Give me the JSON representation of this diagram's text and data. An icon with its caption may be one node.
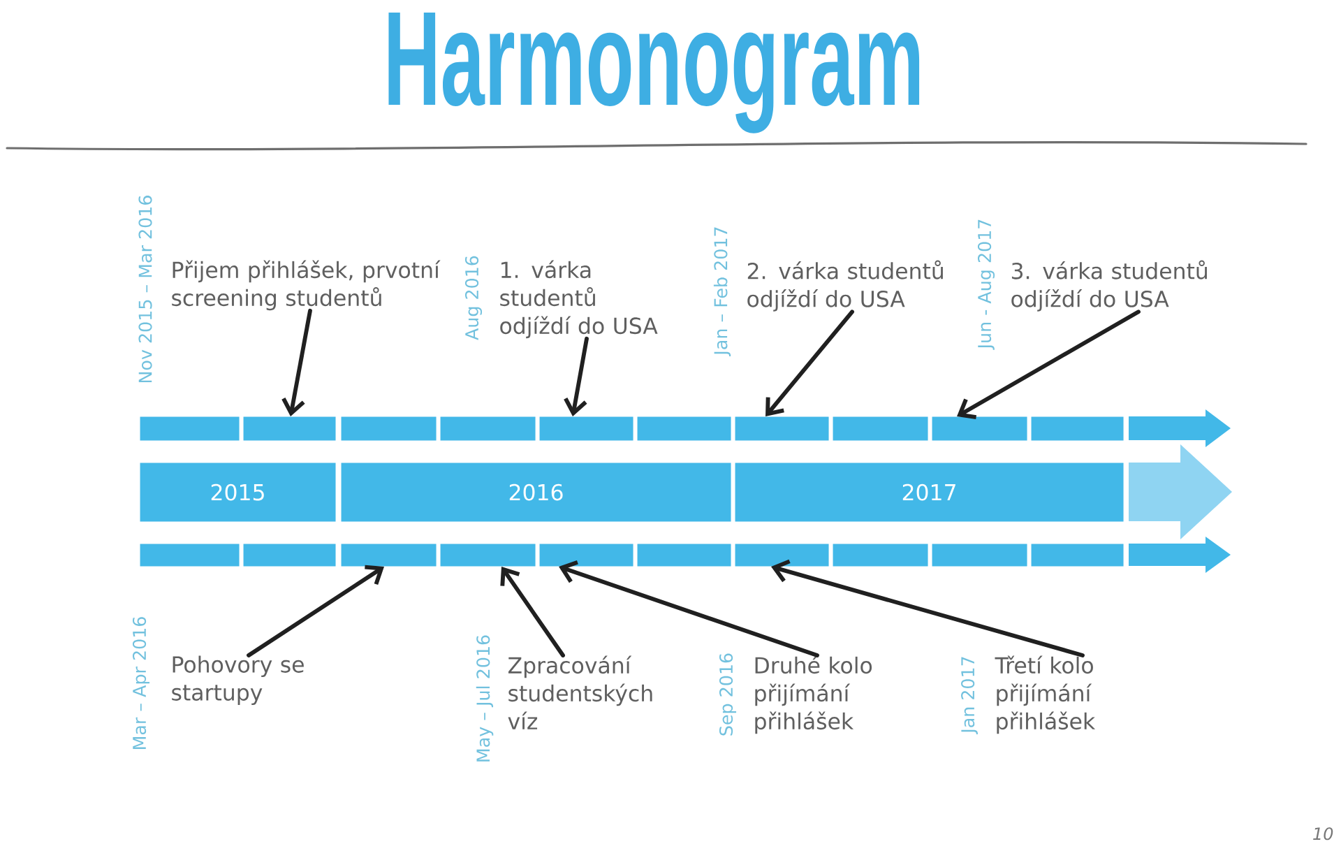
{
  "diagram": {
    "title": "Harmonogram",
    "nodes": [
      {
        "text": [
          "Přijem přihlášek, prvotní screening studentů"
        ],
        "beside": [
          "Nov 2015 – Mar 2016"
        ]
      },
      {
        "text": [
          "1. várka studentů odjíždí do USA"
        ],
        "beside": [
          "Aug 2016"
        ]
      },
      {
        "text": [
          "2. várka studentů odjíždí do USA"
        ],
        "beside": [
          "Jan – Feb 2017"
        ]
      },
      {
        "text": [
          "3. várka studentů odjíždí do USA"
        ],
        "beside": [
          "Jun - Aug 2017"
        ]
      },
      {
        "text": [],
        "shape": "bar"
      },
      {
        "text": [],
        "shape": "bar"
      },
      {
        "text": [],
        "shape": "bar"
      },
      {
        "text": [],
        "shape": "bar"
      },
      {
        "text": [],
        "shape": "bar"
      },
      {
        "text": [],
        "shape": "bar"
      },
      {
        "text": [],
        "shape": "bar"
      },
      {
        "text": [],
        "shape": "bar"
      },
      {
        "text": [],
        "shape": "bar"
      },
      {
        "text": [],
        "shape": "bar"
      },
      {
        "text": [
          "2015"
        ]
      },
      {
        "text": [
          "2016"
        ]
      },
      {
        "text": [
          "2017"
        ]
      },
      {
        "text": [],
        "shape": "bar"
      },
      {
        "text": [],
        "shape": "bar"
      },
      {
        "text": [],
        "shape": "bar"
      },
      {
        "text": [],
        "shape": "bar"
      },
      {
        "text": [],
        "shape": "bar"
      },
      {
        "text": [],
        "shape": "bar"
      },
      {
        "text": [],
        "shape": "bar"
      },
      {
        "text": [],
        "shape": "bar"
      },
      {
        "text": [],
        "shape": "bar"
      },
      {
        "text": [],
        "shape": "bar"
      },
      {
        "text": [
          "Pohovory se startupy"
        ],
        "beside": [
          "Mar – Apr 2016"
        ]
      },
      {
        "text": [
          "Zpracování studentských víz"
        ],
        "beside": [
          "May – Jul 2016"
        ]
      },
      {
        "text": [
          "Druhé kolo přijímání přihlášek"
        ],
        "beside": [
          "Sep 2016"
        ]
      },
      {
        "text": [
          "Třetí kolo přijímání přihlášek"
        ],
        "beside": [
          "Jan 2017"
        ]
      }
    ],
    "edges": [
      {
        "from": 0,
        "to": 5,
        "arrow": "to"
      },
      {
        "from": 1,
        "to": 8,
        "arrow": "to"
      },
      {
        "from": 2,
        "to": 10,
        "arrow": "to"
      },
      {
        "from": 3,
        "to": 12,
        "arrow": "to"
      },
      {
        "from": 27,
        "to": 19,
        "arrow": "to"
      },
      {
        "from": 28,
        "to": 20,
        "arrow": "to"
      },
      {
        "from": 29,
        "to": 21,
        "arrow": "to"
      },
      {
        "from": 30,
        "to": 23,
        "arrow": "to"
      }
    ],
    "labels": [
      "10"
    ]
  }
}
